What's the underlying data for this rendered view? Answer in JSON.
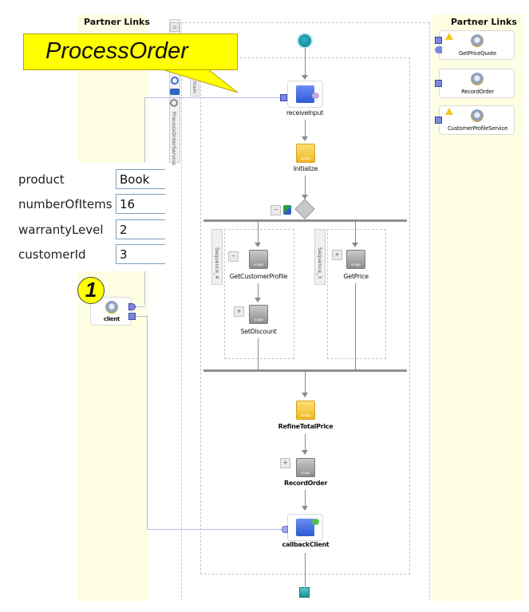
{
  "left_partner_links": {
    "title": "Partner Links",
    "items": [
      {
        "name": "client",
        "badge": "1",
        "icon": "gear-icon"
      }
    ]
  },
  "right_partner_links": {
    "title": "Partner Links",
    "items": [
      {
        "name": "GetPriceQuote",
        "warning": true,
        "icon": "gear-icon"
      },
      {
        "name": "RecordOrder",
        "warning": false,
        "icon": "gear-icon"
      },
      {
        "name": "CustomerProfileService",
        "warning": true,
        "icon": "gear-icon"
      }
    ]
  },
  "callout": {
    "text": "ProcessOrder"
  },
  "toolbar": {
    "vertical_label": "ProcessOrderService",
    "main_tab": "main"
  },
  "input_form": {
    "fields": [
      {
        "label": "product",
        "value": "Book"
      },
      {
        "label": "numberOfItems",
        "value": "16"
      },
      {
        "label": "warrantyLevel",
        "value": "2"
      },
      {
        "label": "customerId",
        "value": "3"
      }
    ]
  },
  "process": {
    "nodes": {
      "receive": {
        "label": "receiveInput",
        "type": "receive"
      },
      "initialize": {
        "label": "Initialize",
        "type": "assign",
        "tag": "assign"
      },
      "get_customer_profile": {
        "label": "GetCustomerProfile",
        "type": "scope",
        "tag": "scope"
      },
      "set_discount": {
        "label": "SetDiscount",
        "type": "scope",
        "tag": "scope"
      },
      "get_price": {
        "label": "GetPrice",
        "type": "scope",
        "tag": "scope"
      },
      "refine_total_price": {
        "label": "RefineTotalPrice",
        "type": "assign",
        "tag": "assign"
      },
      "record_order": {
        "label": "RecordOrder",
        "type": "scope",
        "tag": "scope"
      },
      "callback_client": {
        "label": "callbackClient",
        "type": "invoke"
      }
    },
    "sequences": [
      {
        "label": "Sequence_4"
      },
      {
        "label": "Sequence_3"
      }
    ],
    "flow_toggle_labels": {
      "collapse": "−",
      "expand": "+"
    }
  }
}
